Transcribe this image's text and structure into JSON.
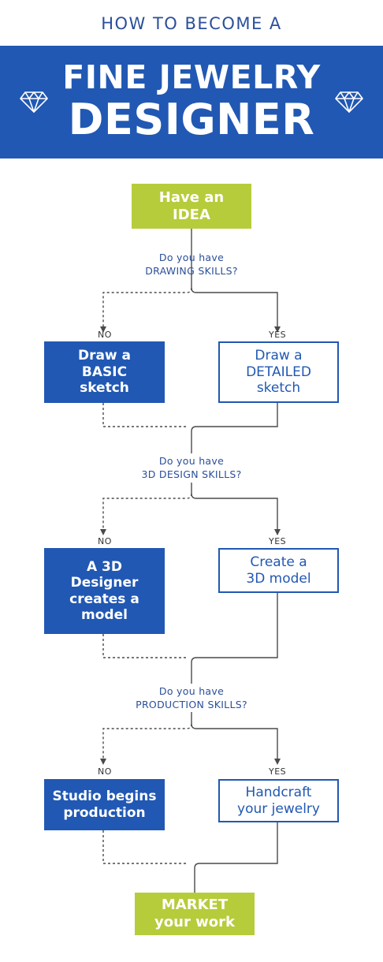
{
  "header": {
    "kicker": "HOW TO BECOME A",
    "title_line1": "FINE JEWELRY",
    "title_line2": "DESIGNER"
  },
  "icons": [
    "diamond-icon"
  ],
  "colors": {
    "blue": "#2158b3",
    "green": "#b6cc3a",
    "text_blue": "#2b4f9a"
  },
  "flow": {
    "start": "Have an\nIDEA",
    "q1": {
      "line1": "Do you have",
      "line2": "DRAWING SKILLS?",
      "no": "NO",
      "yes": "YES",
      "no_box": "Draw a\nBASIC\nsketch",
      "yes_box": "Draw a\nDETAILED\nsketch"
    },
    "q2": {
      "line1": "Do you have",
      "line2": "3D DESIGN SKILLS?",
      "no": "NO",
      "yes": "YES",
      "no_box": "A 3D\nDesigner\ncreates a\nmodel",
      "yes_box": "Create a\n3D model"
    },
    "q3": {
      "line1": "Do you have",
      "line2": "PRODUCTION SKILLS?",
      "no": "NO",
      "yes": "YES",
      "no_box": "Studio begins\nproduction",
      "yes_box": "Handcraft\nyour jewelry"
    },
    "end": "MARKET\nyour work"
  }
}
